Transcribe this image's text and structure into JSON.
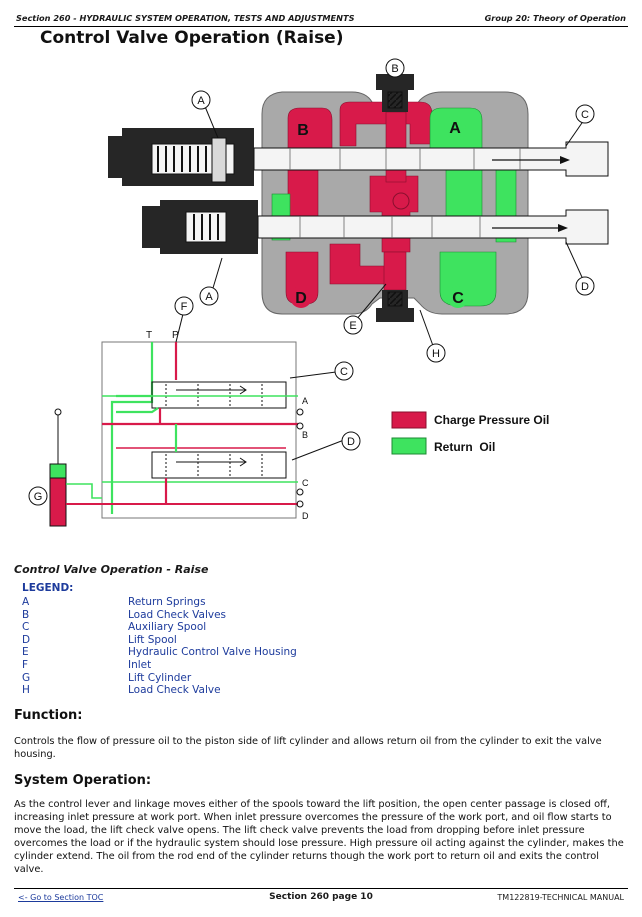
{
  "header": {
    "left": "Section 260 - HYDRAULIC SYSTEM OPERATION, TESTS AND ADJUSTMENTS",
    "right": "Group 20: Theory of Operation"
  },
  "page_title": "Control Valve Operation (Raise)",
  "diagram": {
    "callouts": {
      "a": "A",
      "b": "B",
      "c": "C",
      "d": "D",
      "e": "E",
      "f": "F",
      "g": "G",
      "h": "H"
    },
    "port_letters": {
      "a": "A",
      "b": "B",
      "c": "C",
      "d": "D"
    },
    "schematic_ports": {
      "t": "T",
      "p": "P",
      "a": "A",
      "b": "B",
      "c": "C",
      "d": "D"
    },
    "key": {
      "charge_label": "Charge Pressure Oil",
      "return_label": "Return  Oil",
      "charge_color": "#d81a4a",
      "return_color": "#3ee35f"
    },
    "colors": {
      "housing": "#a9a9a9",
      "dark": "#262626",
      "spool": "#f4f4f4"
    }
  },
  "caption": "Control Valve Operation - Raise",
  "legend": {
    "title": "LEGEND:",
    "items": [
      {
        "key": "A",
        "label": "Return Springs"
      },
      {
        "key": "B",
        "label": "Load Check Valves"
      },
      {
        "key": "C",
        "label": "Auxiliary Spool"
      },
      {
        "key": "D",
        "label": "Lift Spool"
      },
      {
        "key": "E",
        "label": "Hydraulic Control Valve Housing"
      },
      {
        "key": "F",
        "label": "Inlet"
      },
      {
        "key": "G",
        "label": "Lift Cylinder"
      },
      {
        "key": "H",
        "label": "Load Check Valve"
      }
    ]
  },
  "function": {
    "heading": "Function:",
    "text": "Controls the flow of pressure oil to the piston side of lift cylinder and allows return oil from the cylinder to exit the valve housing."
  },
  "system_operation": {
    "heading": "System Operation:",
    "text": "As the control lever and linkage moves either of the spools toward the lift position, the open center passage is closed off, increasing inlet pressure at work port. When inlet pressure overcomes the pressure of the work port, and oil flow starts to move the load, the lift check valve opens. The lift check valve prevents the load from dropping before inlet pressure overcomes the load or if the hydraulic system should lose pressure. High pressure oil acting against the cylinder, makes the cylinder extend. The oil from the rod end of the cylinder returns though the work port to return oil and exits the control valve."
  },
  "footer": {
    "left": "<- Go to Section TOC",
    "center": "Section 260 page 10",
    "right": "TM122819-TECHNICAL MANUAL"
  }
}
